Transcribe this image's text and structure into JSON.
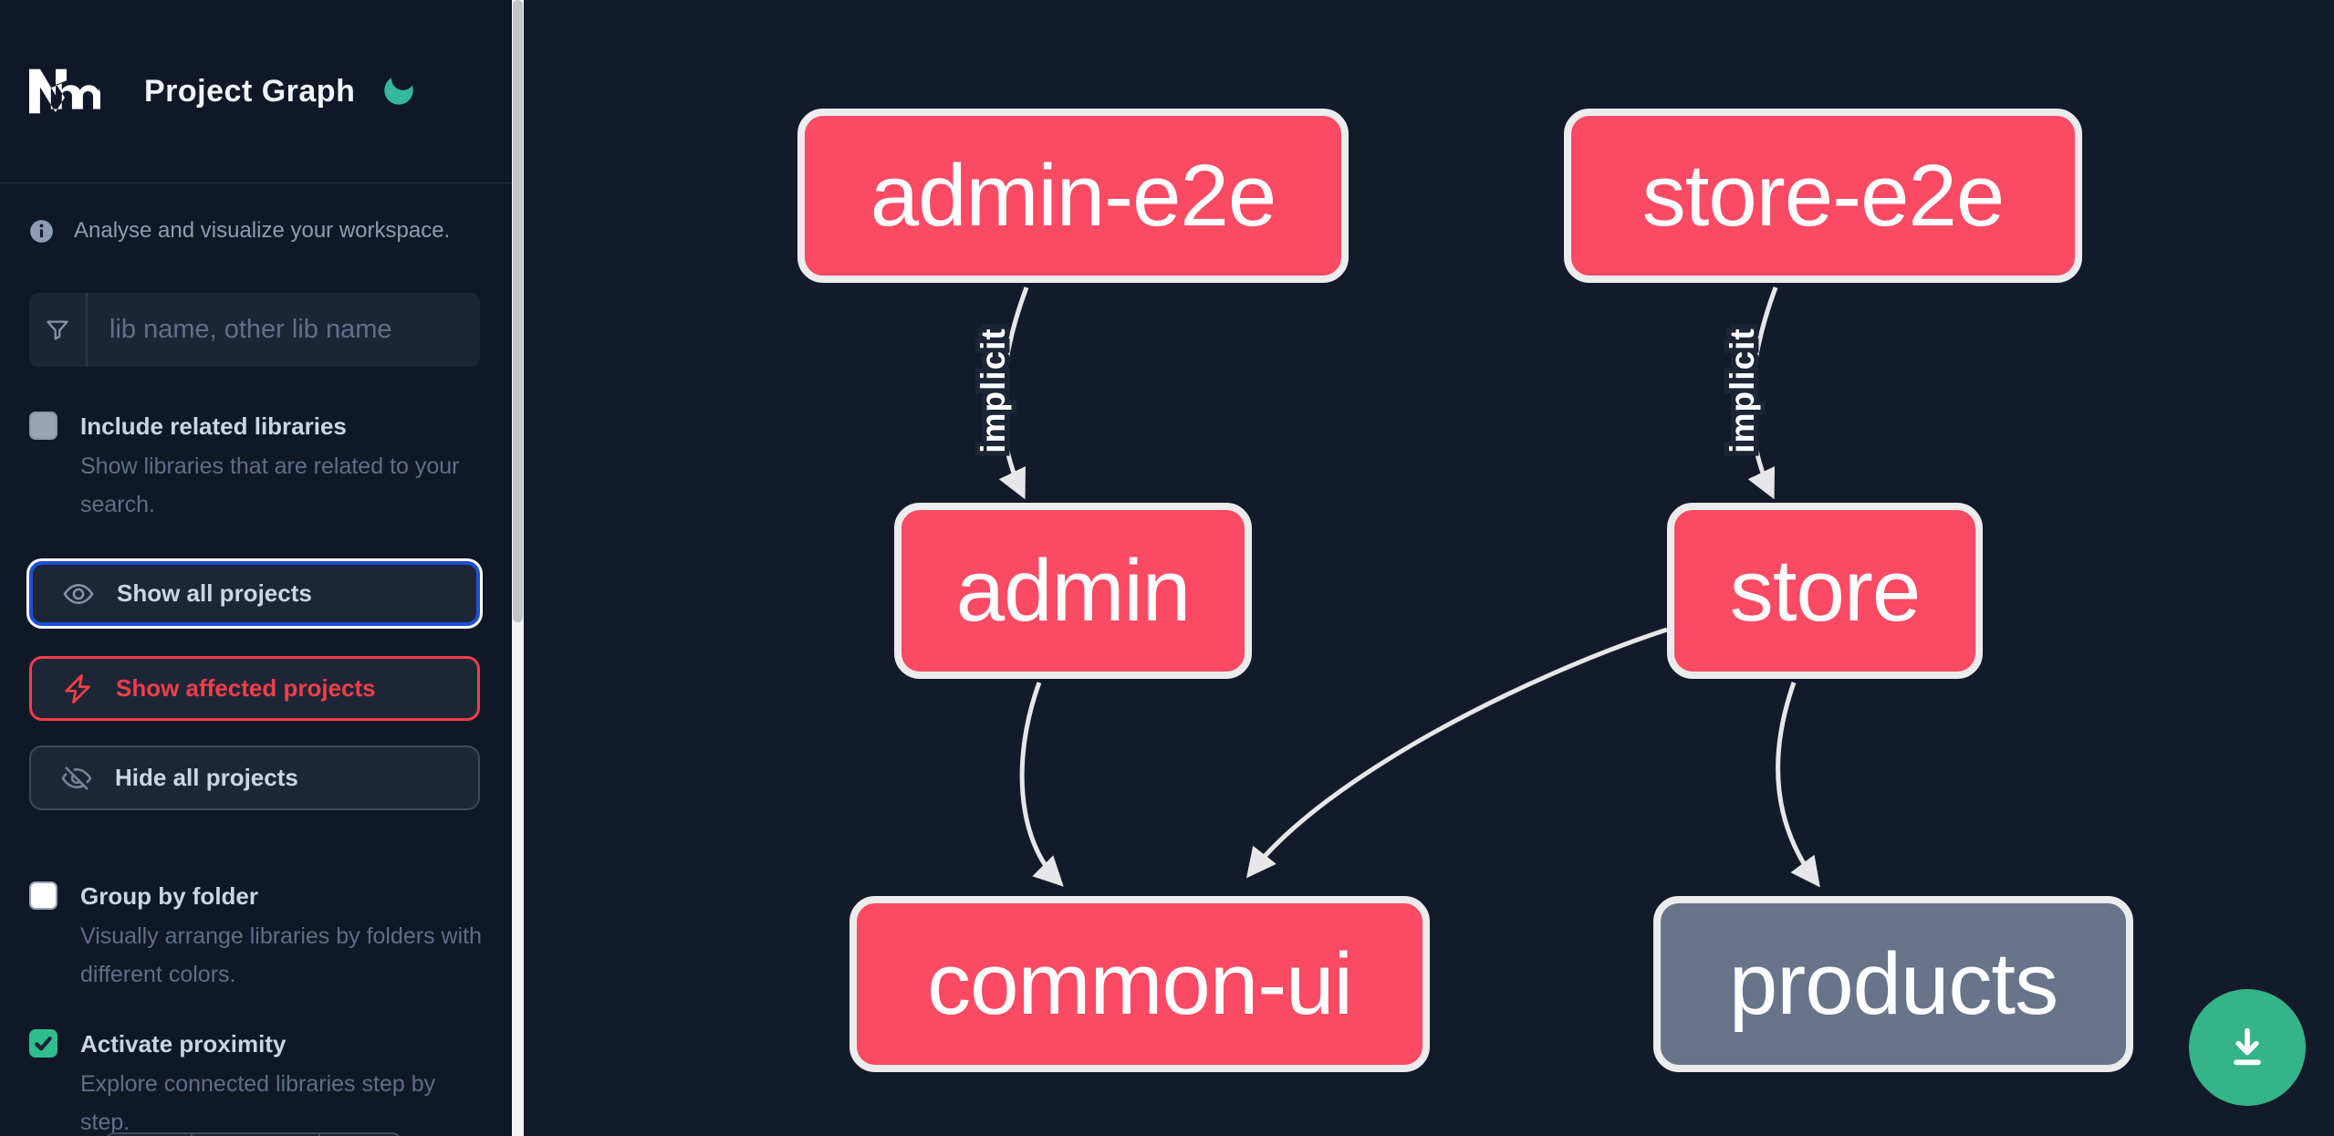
{
  "header": {
    "title": "Project Graph"
  },
  "sidebar": {
    "tagline": "Analyse and visualize your workspace.",
    "search": {
      "placeholder": "lib name, other lib name"
    },
    "buttons": [
      {
        "label": "Show all projects",
        "icon": "eye-icon",
        "state": "focused"
      },
      {
        "label": "Show affected projects",
        "icon": "bolt-icon",
        "state": "affected"
      },
      {
        "label": "Hide all projects",
        "icon": "eye-slash-icon",
        "state": "default"
      }
    ],
    "toggles": [
      {
        "label": "Include related libraries",
        "checked": false,
        "description": "Show libraries that are related to your search."
      },
      {
        "label": "Group by folder",
        "checked": false,
        "description": "Visually arrange libraries by folders with different colors."
      },
      {
        "label": "Activate proximity",
        "checked": true,
        "description": "Explore connected libraries step by step."
      }
    ]
  },
  "graph": {
    "nodes": [
      {
        "id": "admin-e2e",
        "label": "admin-e2e",
        "color": "#fb4a63"
      },
      {
        "id": "store-e2e",
        "label": "store-e2e",
        "color": "#fb4a63"
      },
      {
        "id": "admin",
        "label": "admin",
        "color": "#fb4a63"
      },
      {
        "id": "store",
        "label": "store",
        "color": "#fb4a63"
      },
      {
        "id": "common-ui",
        "label": "common-ui",
        "color": "#fb4a63"
      },
      {
        "id": "products",
        "label": "products",
        "color": "#68748a"
      }
    ],
    "edges": [
      {
        "from": "admin-e2e",
        "to": "admin",
        "label": "implicit"
      },
      {
        "from": "store-e2e",
        "to": "store",
        "label": "implicit"
      },
      {
        "from": "admin",
        "to": "common-ui",
        "label": ""
      },
      {
        "from": "store",
        "to": "common-ui",
        "label": ""
      },
      {
        "from": "store",
        "to": "products",
        "label": ""
      }
    ]
  },
  "fab": {
    "icon": "download-icon"
  },
  "colors": {
    "sidebar_bg": "#101828",
    "canvas_bg": "#131b2b",
    "node_pink": "#fb4a63",
    "node_gray": "#68748a",
    "node_border": "#ececee",
    "edge": "#e7e7e9",
    "focus_blue": "#1d4fd7",
    "affected_red": "#ef3f4a",
    "moon_green": "#34b899",
    "fab_green": "#35b489"
  }
}
